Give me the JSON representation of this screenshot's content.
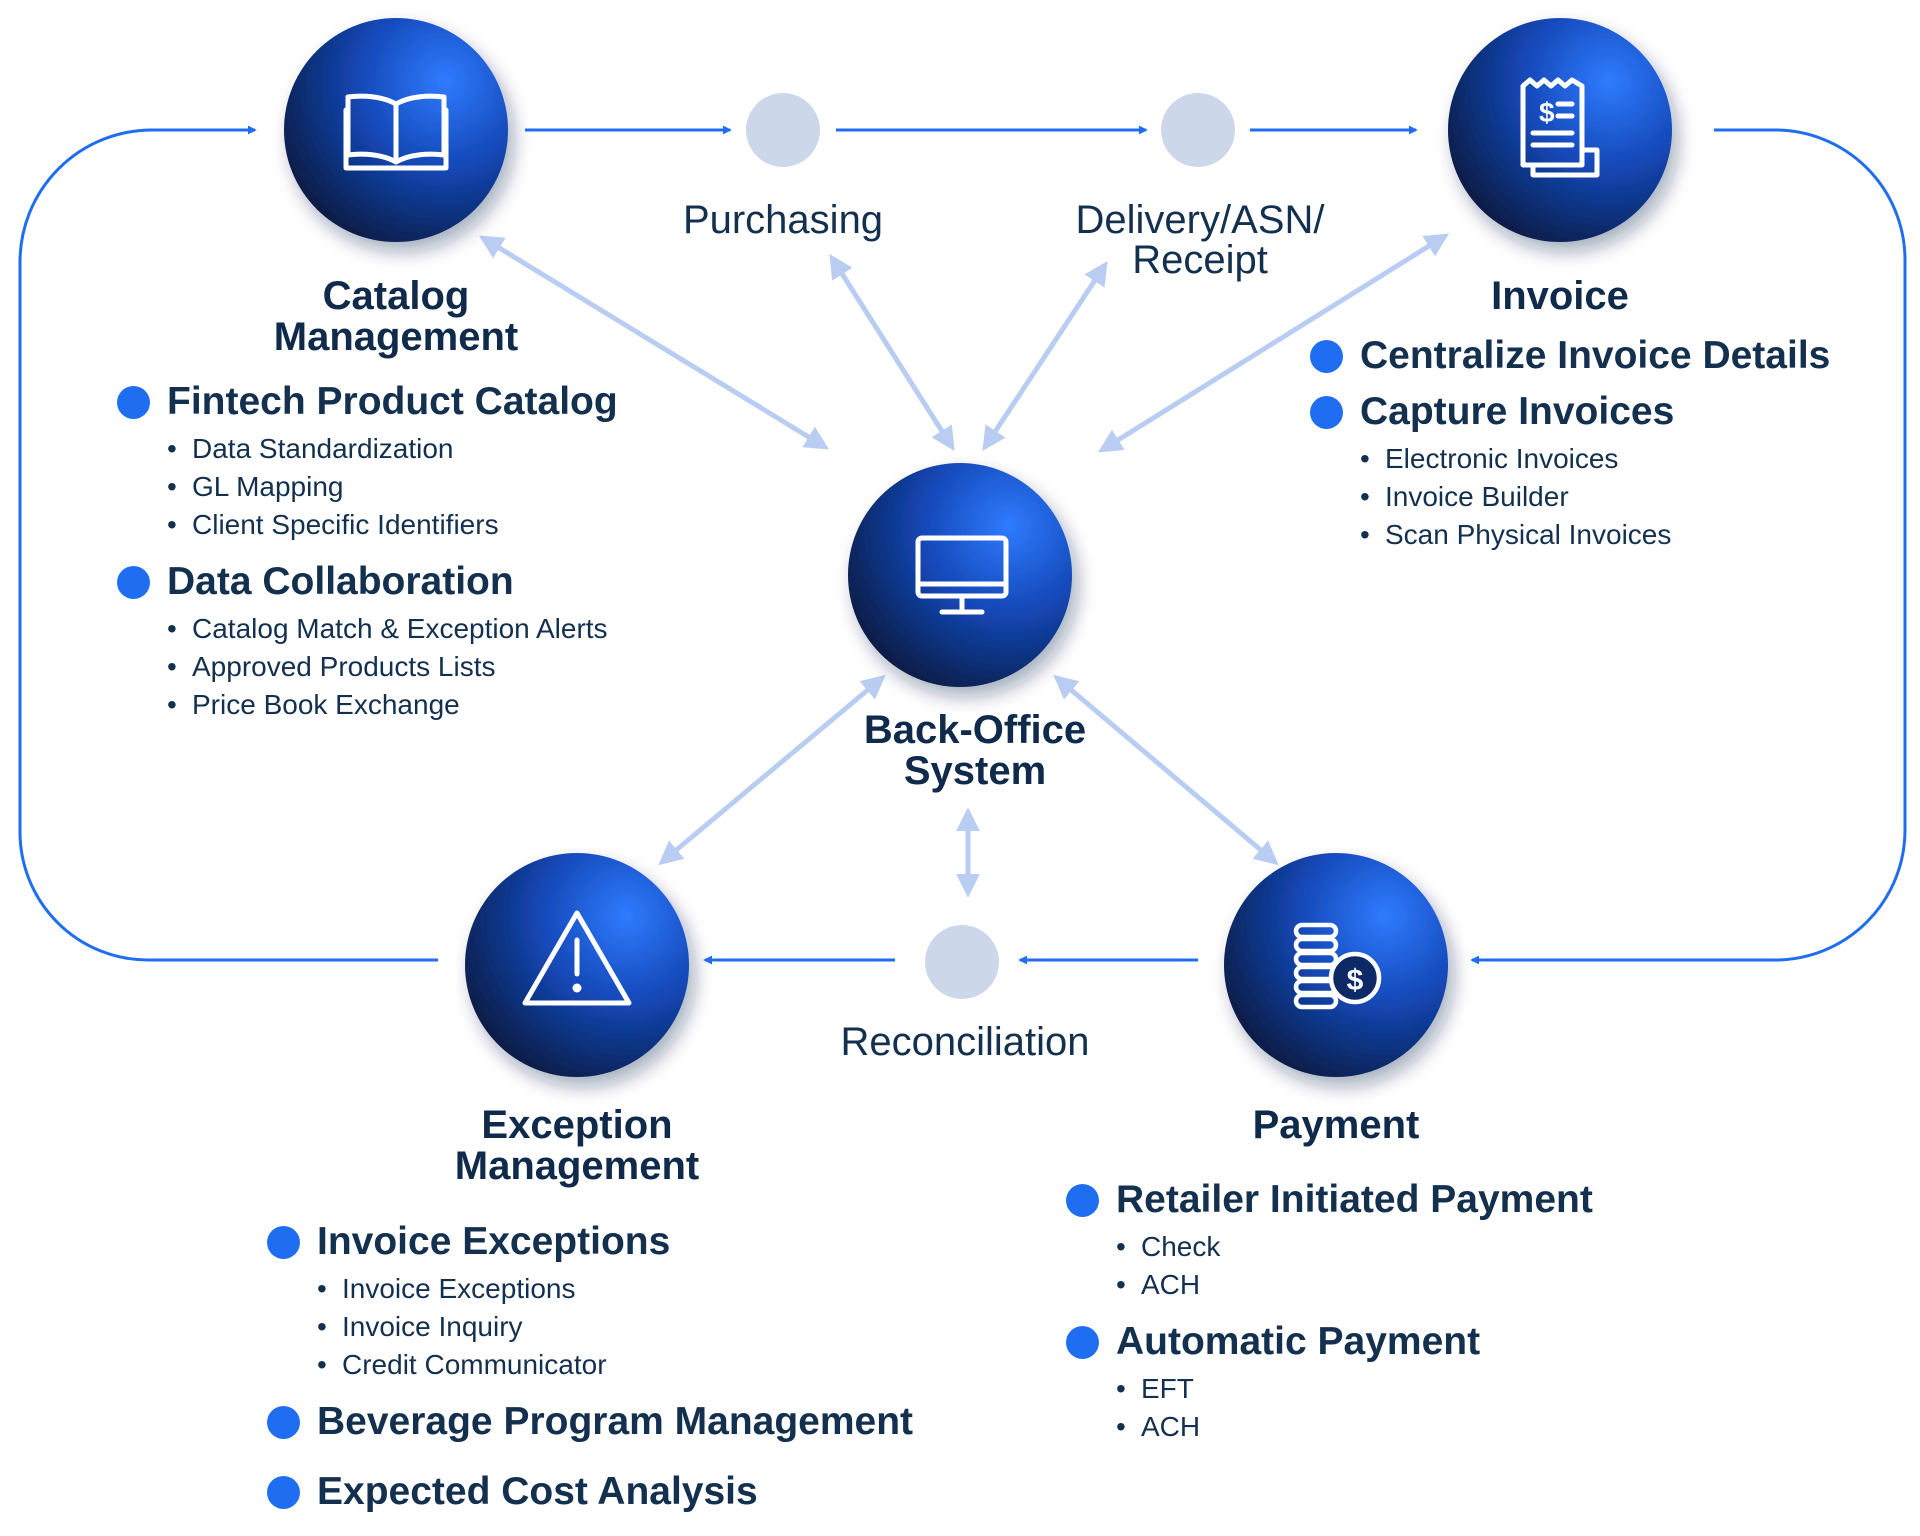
{
  "colors": {
    "accent": "#1f6df0",
    "connector": "#b9cdf3",
    "node_dark": "#0b1d4a",
    "text": "#14304f",
    "stage_dot": "#ccd7ea"
  },
  "nodes": {
    "catalog": {
      "title_lines": [
        "Catalog",
        "Management"
      ],
      "icon": "book-icon"
    },
    "invoice": {
      "title": "Invoice",
      "icon": "receipt-icon"
    },
    "back_office": {
      "title_lines": [
        "Back-Office",
        "System"
      ],
      "icon": "monitor-icon"
    },
    "exception": {
      "title_lines": [
        "Exception",
        "Management"
      ],
      "icon": "warning-icon"
    },
    "payment": {
      "title": "Payment",
      "icon": "coins-dollar-icon"
    }
  },
  "stages": {
    "purchasing": "Purchasing",
    "delivery_lines": [
      "Delivery/ASN/",
      "Receipt"
    ],
    "reconciliation": "Reconciliation"
  },
  "sections": {
    "catalog": [
      {
        "label": "Fintech Product Catalog",
        "subs": [
          "Data Standardization",
          "GL Mapping",
          "Client Specific Identifiers"
        ]
      },
      {
        "label": "Data Collaboration",
        "subs": [
          "Catalog Match & Exception Alerts",
          "Approved Products Lists",
          "Price Book Exchange"
        ]
      }
    ],
    "invoice": [
      {
        "label": "Centralize Invoice Details",
        "subs": []
      },
      {
        "label": "Capture Invoices",
        "subs": [
          "Electronic Invoices",
          "Invoice Builder",
          "Scan Physical Invoices"
        ]
      }
    ],
    "exception": [
      {
        "label": "Invoice Exceptions",
        "subs": [
          "Invoice Exceptions",
          "Invoice Inquiry",
          "Credit Communicator"
        ]
      },
      {
        "label": "Beverage Program Management",
        "subs": []
      },
      {
        "label": "Expected Cost Analysis",
        "subs": []
      }
    ],
    "payment": [
      {
        "label": "Retailer Initiated Payment",
        "subs": [
          "Check",
          "ACH"
        ]
      },
      {
        "label": "Automatic Payment",
        "subs": [
          "EFT",
          "ACH"
        ]
      }
    ]
  }
}
